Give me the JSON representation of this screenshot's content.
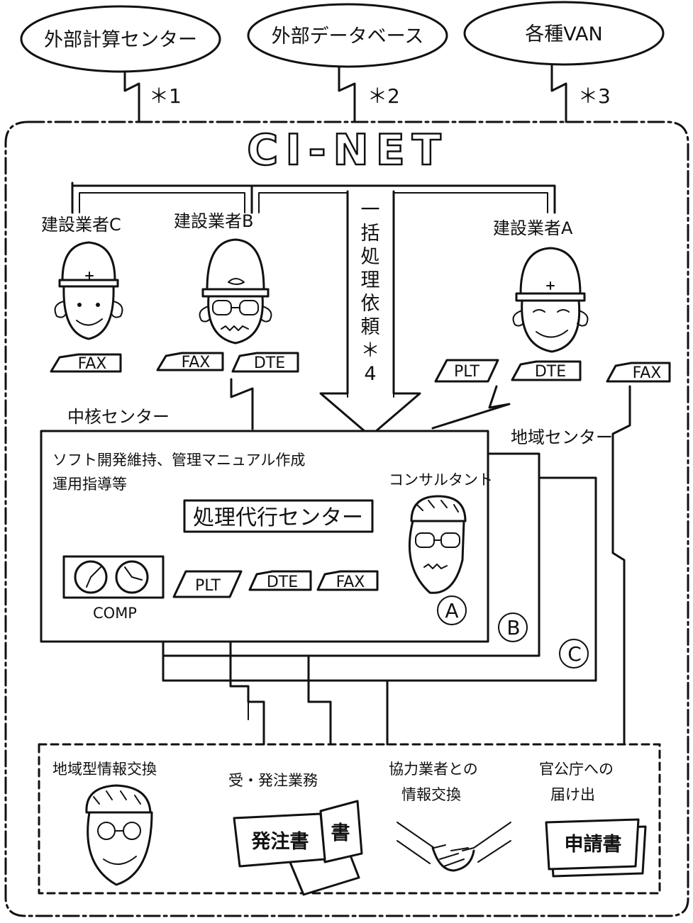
{
  "external_nodes": [
    {
      "label": "外部計算センター",
      "link_note": "＊1"
    },
    {
      "label": "外部データベース",
      "link_note": "＊2"
    },
    {
      "label": "各種VAN",
      "link_note": "＊3"
    }
  ],
  "network_title": "CI-NET",
  "contractors": [
    {
      "label": "建設業者C",
      "terminals": [
        "FAX"
      ]
    },
    {
      "label": "建設業者B",
      "terminals": [
        "FAX",
        "DTE"
      ]
    },
    {
      "label": "建設業者A",
      "terminals": [
        "PLT",
        "DTE",
        "FAX"
      ]
    }
  ],
  "batch_request": {
    "chars": [
      "一",
      "括",
      "処",
      "理",
      "依",
      "頼",
      "＊",
      "4"
    ]
  },
  "core_center": {
    "label": "中核センター",
    "description_line1": "ソフト開発維持、管理マニュアル作成",
    "description_line2": "運用指導等",
    "processing_center": "処理代行センター",
    "consultant": "コンサルタント",
    "comp_label": "COMP",
    "terminals": [
      "PLT",
      "DTE",
      "FAX"
    ],
    "marker": "A"
  },
  "regional_center": {
    "label": "地域センター",
    "markers": [
      "B",
      "C"
    ]
  },
  "services": [
    {
      "label_line1": "地域型情報交換",
      "label_line2": ""
    },
    {
      "label_line1": "受・発注業務",
      "label_line2": "",
      "doc_main": "発注書",
      "doc_back": "書"
    },
    {
      "label_line1": "協力業者との",
      "label_line2": "情報交換"
    },
    {
      "label_line1": "官公庁への",
      "label_line2": "届け出",
      "doc_main": "申請書"
    }
  ],
  "colors": {
    "ink": "#111111",
    "paper": "#ffffff"
  },
  "icons": [
    "hard-hat-person-icon",
    "consultant-person-icon",
    "disk-drive-icon",
    "handshake-icon",
    "document-icon"
  ]
}
